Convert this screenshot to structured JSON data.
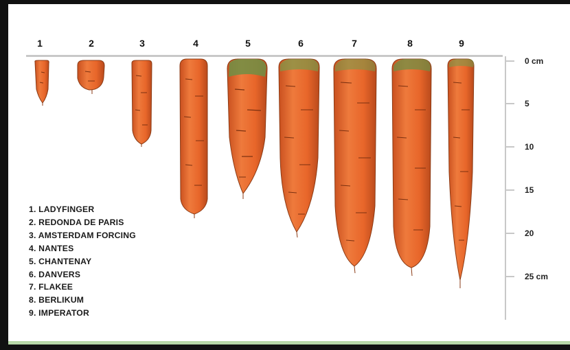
{
  "diagram": {
    "unit": "cm",
    "scale_labels": [
      "0  cm",
      "5",
      "10",
      "15",
      "20",
      "25 cm"
    ],
    "scale_values": [
      0,
      5,
      10,
      15,
      20,
      25
    ],
    "carrots": [
      {
        "number": "1",
        "length_cm": 4.8
      },
      {
        "number": "2",
        "length_cm": 3.5
      },
      {
        "number": "3",
        "length_cm": 9.8
      },
      {
        "number": "4",
        "length_cm": 18.0
      },
      {
        "number": "5",
        "length_cm": 16.0
      },
      {
        "number": "6",
        "length_cm": 20.0
      },
      {
        "number": "7",
        "length_cm": 24.5
      },
      {
        "number": "8",
        "length_cm": 25.0
      },
      {
        "number": "9",
        "length_cm": 26.5
      }
    ],
    "legend": [
      "1. LADYFINGER",
      "2. REDONDA DE PARIS",
      "3. AMSTERDAM FORCING",
      "4. NANTES",
      "5. CHANTENAY",
      "6. DANVERS",
      "7. FLAKEE",
      "8. BERLIKUM",
      "9. IMPERATOR"
    ],
    "colors": {
      "carrot": "#e8662a",
      "carrot_dark": "#b8441a",
      "crown": "#7a9a4a",
      "ruler": "#c8c8c8"
    }
  }
}
